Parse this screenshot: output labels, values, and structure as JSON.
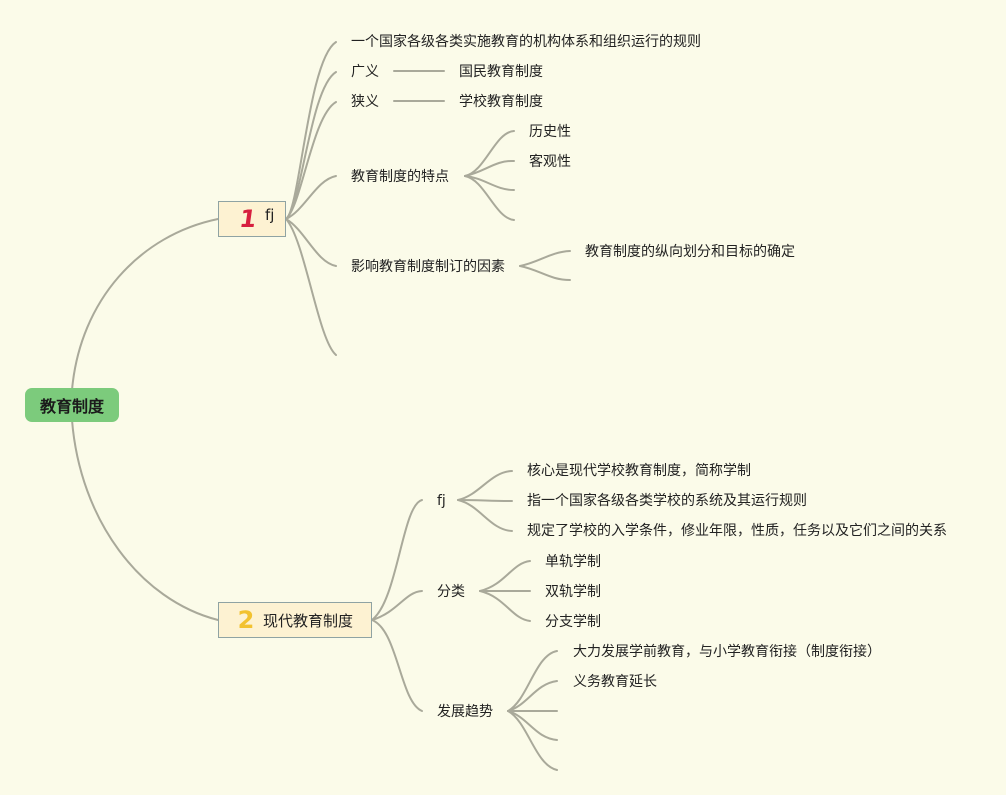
{
  "root": {
    "label": "教育制度"
  },
  "branch1": {
    "number": "1",
    "label": "fj",
    "items": [
      {
        "label": "一个国家各级各类实施教育的机构体系和组织运行的规则"
      },
      {
        "label": "广义",
        "value": "国民教育制度"
      },
      {
        "label": "狭义",
        "value": "学校教育制度"
      },
      {
        "label": "教育制度的特点",
        "children": [
          "历史性",
          "客观性",
          "",
          ""
        ]
      },
      {
        "label": "影响教育制度制订的因素",
        "children": [
          "教育制度的纵向划分和目标的确定",
          ""
        ]
      },
      {
        "label": ""
      }
    ]
  },
  "branch2": {
    "number": "2",
    "label": "现代教育制度",
    "items": [
      {
        "label": "fj",
        "children": [
          "核心是现代学校教育制度，简称学制",
          "指一个国家各级各类学校的系统及其运行规则",
          "规定了学校的入学条件，修业年限，性质，任务以及它们之间的关系"
        ]
      },
      {
        "label": "分类",
        "children": [
          "单轨学制",
          "双轨学制",
          "分支学制"
        ]
      },
      {
        "label": "发展趋势",
        "children": [
          "大力发展学前教育，与小学教育衔接（制度衔接）",
          "义务教育延长",
          "",
          "",
          ""
        ]
      }
    ]
  },
  "colors": {
    "line": "#a9a99a",
    "root_fill": "#7ccb7c",
    "branch_fill": "#fdf2d2",
    "background": "#fbfbe9"
  }
}
